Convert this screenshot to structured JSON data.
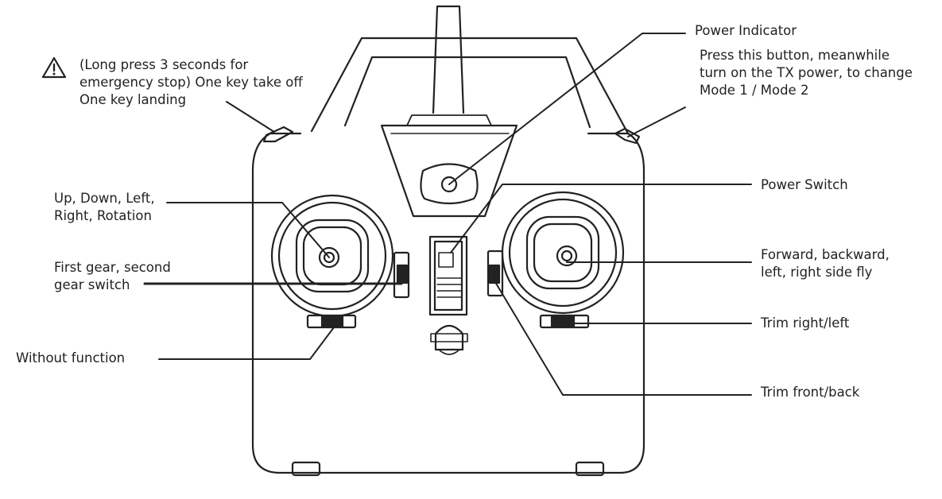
{
  "labels": {
    "emergency_line1": "(Long press 3 seconds for",
    "emergency_line2": "emergency stop) One key take off",
    "emergency_line3": "One key landing",
    "power_indicator": "Power Indicator",
    "mode_line1": "Press this button, meanwhile",
    "mode_line2": "turn on the TX power, to change",
    "mode_line3": "Mode 1 / Mode 2",
    "left_stick_line1": "Up, Down, Left,",
    "left_stick_line2": "Right, Rotation",
    "power_switch": "Power Switch",
    "gear_line1": "First gear, second",
    "gear_line2": "gear switch",
    "right_stick_line1": "Forward, backward,",
    "right_stick_line2": "left, right side fly",
    "trim_right_left": "Trim right/left",
    "without_function": "Without function",
    "trim_front_back": "Trim front/back"
  },
  "icons": {
    "warning": "warning-triangle-icon"
  },
  "colors": {
    "stroke": "#222222",
    "background": "#ffffff"
  }
}
